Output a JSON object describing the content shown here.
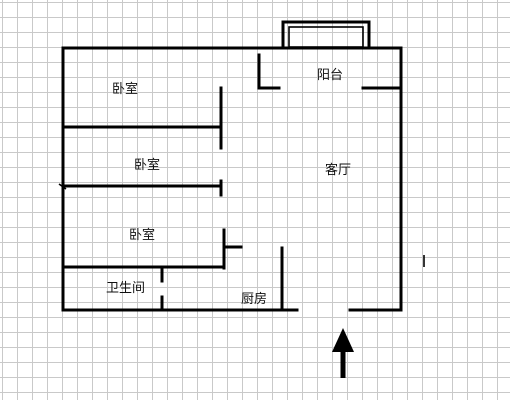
{
  "rooms": {
    "bedroom_1": "卧室",
    "bedroom_2": "卧室",
    "bedroom_3": "卧室",
    "living_room": "客厅",
    "balcony": "阳台",
    "kitchen": "厨房",
    "bathroom": "卫生间"
  },
  "colors": {
    "wall": "#000000",
    "grid": "#c9c9c9",
    "background": "#ffffff"
  },
  "icons": {
    "entrance": "arrow-up-icon"
  }
}
